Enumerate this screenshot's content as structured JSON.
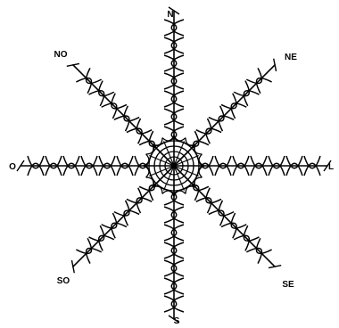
{
  "diagram": {
    "type": "wind-rose-sketch",
    "directions": [
      {
        "key": "n",
        "label": "N"
      },
      {
        "key": "ne",
        "label": "NE"
      },
      {
        "key": "l",
        "label": "L"
      },
      {
        "key": "se",
        "label": "SE"
      },
      {
        "key": "s",
        "label": "S"
      },
      {
        "key": "so",
        "label": "SO"
      },
      {
        "key": "o",
        "label": "O"
      },
      {
        "key": "no",
        "label": "NO"
      }
    ],
    "colors": {
      "stroke": "#000000",
      "background": "#ffffff"
    }
  }
}
